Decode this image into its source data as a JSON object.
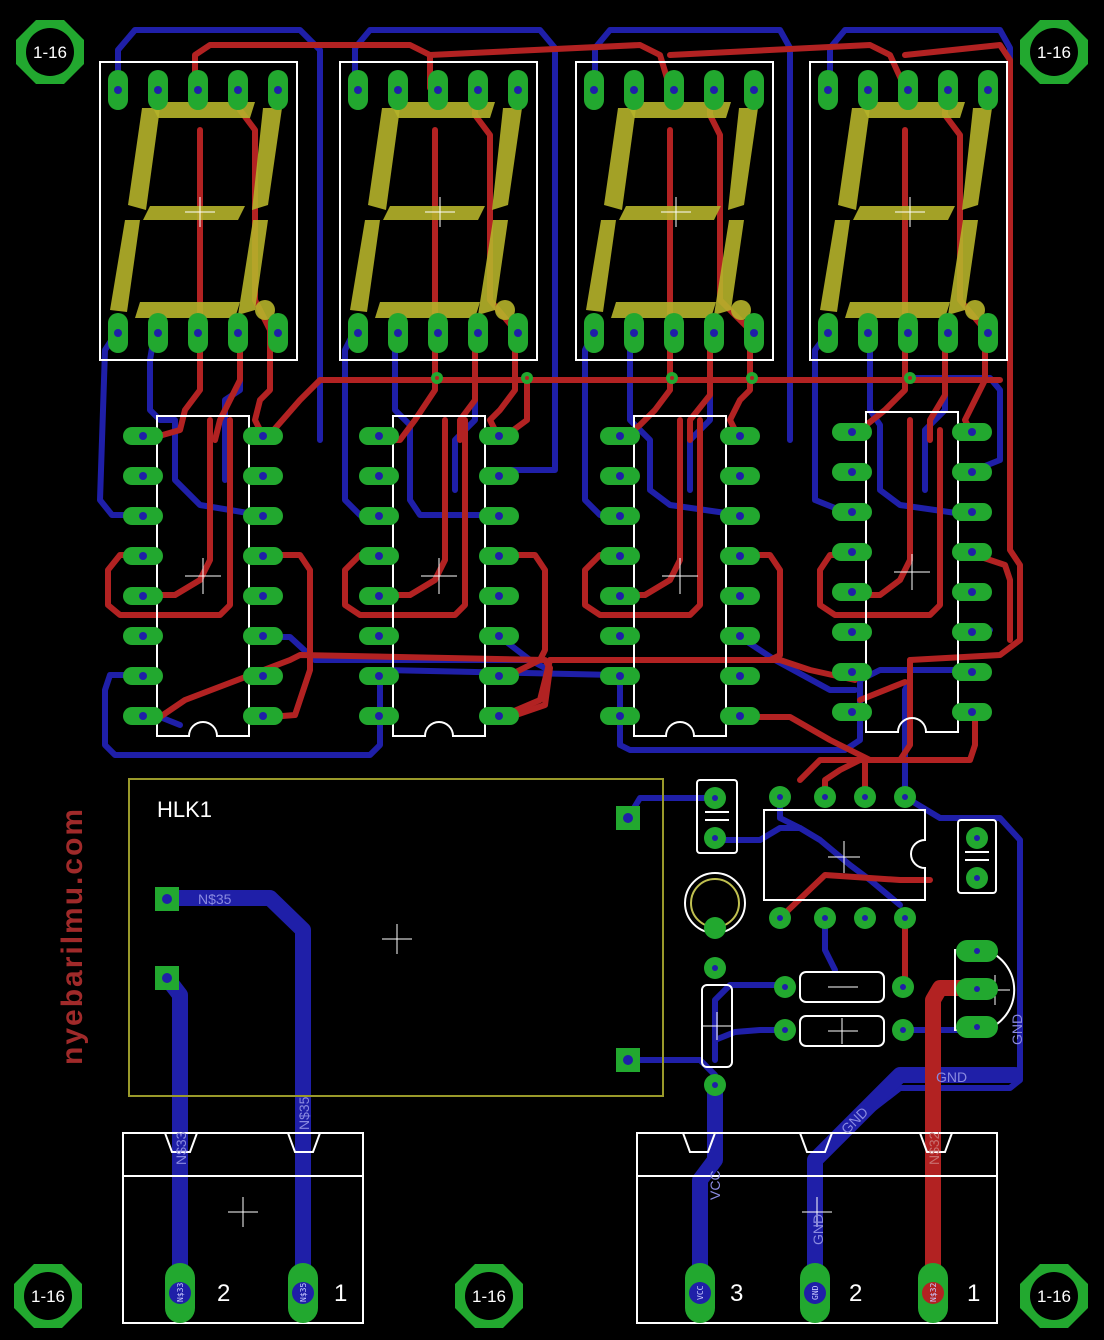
{
  "colors": {
    "background": "#000000",
    "top_copper": "#b22222",
    "bottom_copper": "#1f1fa8",
    "pad": "#22a82f",
    "silkscreen": "#ffffff",
    "segment": "#b5b32a",
    "doc_layer": "#9a9a2a",
    "watermark": "#a02a2a"
  },
  "mounting_holes": {
    "top_left": "1-16",
    "top_right": "1-16",
    "bottom_left": "1-16",
    "bottom_center": "1-16",
    "bottom_right": "1-16"
  },
  "watermark": "nyebarilmu.com",
  "hlk": {
    "name": "HLK1"
  },
  "net_labels": {
    "n35_left_trace": "N$35",
    "n33_vertical": "N$33",
    "n35_vertical": "N$35",
    "vcc_vertical": "VCC",
    "gnd_diag": "GND",
    "gnd_vertical": "GND",
    "gnd_horizontal": "GND",
    "gnd_right": "GND",
    "n32_vertical": "N$32"
  },
  "terminal_left": {
    "pins": [
      {
        "number": "2",
        "net": "N$33"
      },
      {
        "number": "1",
        "net": "N$35"
      }
    ]
  },
  "terminal_right": {
    "pins": [
      {
        "number": "3",
        "net": "VCC"
      },
      {
        "number": "2",
        "net": "GND"
      },
      {
        "number": "1",
        "net": "N$32"
      }
    ]
  }
}
